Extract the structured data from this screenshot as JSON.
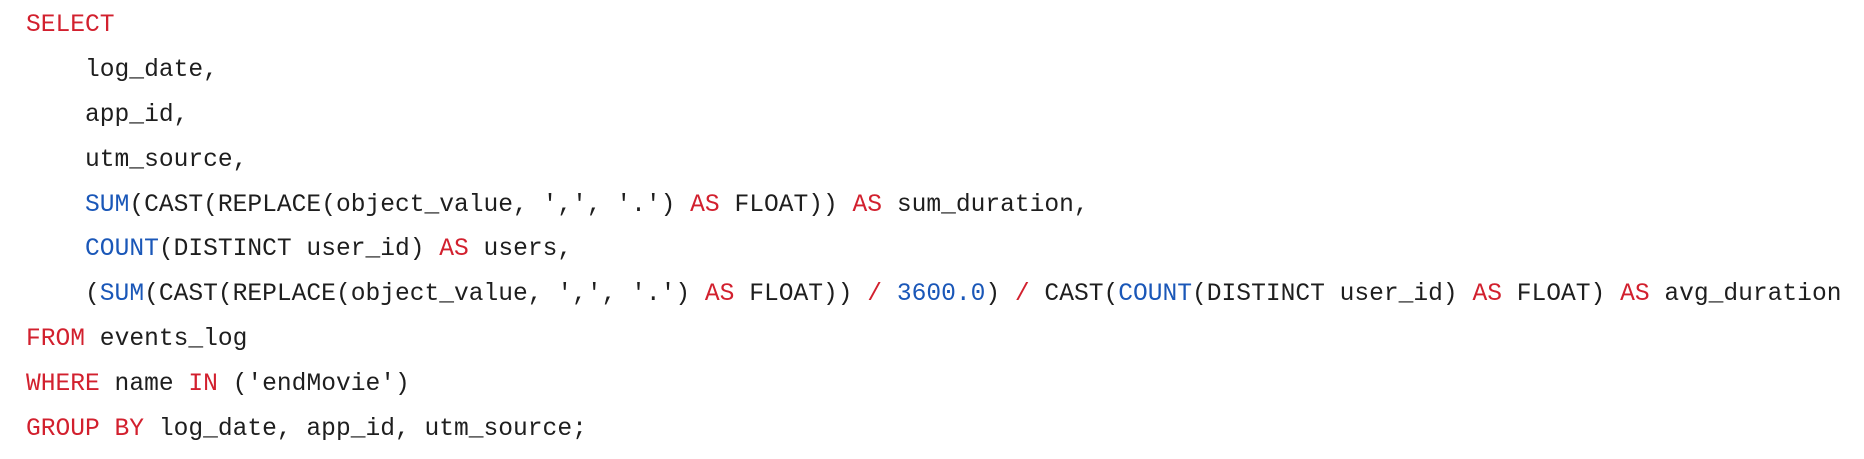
{
  "colors": {
    "keyword": "#d2202e",
    "function": "#1a57b8",
    "text": "#1e1e1e"
  },
  "code": {
    "lines": [
      [
        {
          "t": "SELECT",
          "c": "kw"
        }
      ],
      [
        {
          "t": "    log_date,",
          "c": "plain"
        }
      ],
      [
        {
          "t": "    app_id,",
          "c": "plain"
        }
      ],
      [
        {
          "t": "    utm_source,",
          "c": "plain"
        }
      ],
      [
        {
          "t": "    ",
          "c": "plain"
        },
        {
          "t": "SUM",
          "c": "fn"
        },
        {
          "t": "(CAST(REPLACE(object_value, ',', '.') ",
          "c": "plain"
        },
        {
          "t": "AS",
          "c": "kw"
        },
        {
          "t": " FLOAT)) ",
          "c": "plain"
        },
        {
          "t": "AS",
          "c": "kw"
        },
        {
          "t": " sum_duration,",
          "c": "plain"
        }
      ],
      [
        {
          "t": "    ",
          "c": "plain"
        },
        {
          "t": "COUNT",
          "c": "fn"
        },
        {
          "t": "(DISTINCT user_id) ",
          "c": "plain"
        },
        {
          "t": "AS",
          "c": "kw"
        },
        {
          "t": " users,",
          "c": "plain"
        }
      ],
      [
        {
          "t": "    (",
          "c": "plain"
        },
        {
          "t": "SUM",
          "c": "fn"
        },
        {
          "t": "(CAST(REPLACE(object_value, ',', '.') ",
          "c": "plain"
        },
        {
          "t": "AS",
          "c": "kw"
        },
        {
          "t": " FLOAT)) ",
          "c": "plain"
        },
        {
          "t": "/",
          "c": "kw"
        },
        {
          "t": " ",
          "c": "plain"
        },
        {
          "t": "3600.0",
          "c": "fn"
        },
        {
          "t": ") ",
          "c": "plain"
        },
        {
          "t": "/",
          "c": "kw"
        },
        {
          "t": " CAST(",
          "c": "plain"
        },
        {
          "t": "COUNT",
          "c": "fn"
        },
        {
          "t": "(DISTINCT user_id) ",
          "c": "plain"
        },
        {
          "t": "AS",
          "c": "kw"
        },
        {
          "t": " FLOAT) ",
          "c": "plain"
        },
        {
          "t": "AS",
          "c": "kw"
        },
        {
          "t": " avg_duration",
          "c": "plain"
        }
      ],
      [
        {
          "t": "FROM",
          "c": "kw"
        },
        {
          "t": " events_log",
          "c": "plain"
        }
      ],
      [
        {
          "t": "WHERE",
          "c": "kw"
        },
        {
          "t": " name ",
          "c": "plain"
        },
        {
          "t": "IN",
          "c": "kw"
        },
        {
          "t": " ('endMovie')",
          "c": "plain"
        }
      ],
      [
        {
          "t": "GROUP BY",
          "c": "kw"
        },
        {
          "t": " log_date, app_id, utm_source;",
          "c": "plain"
        }
      ]
    ]
  }
}
